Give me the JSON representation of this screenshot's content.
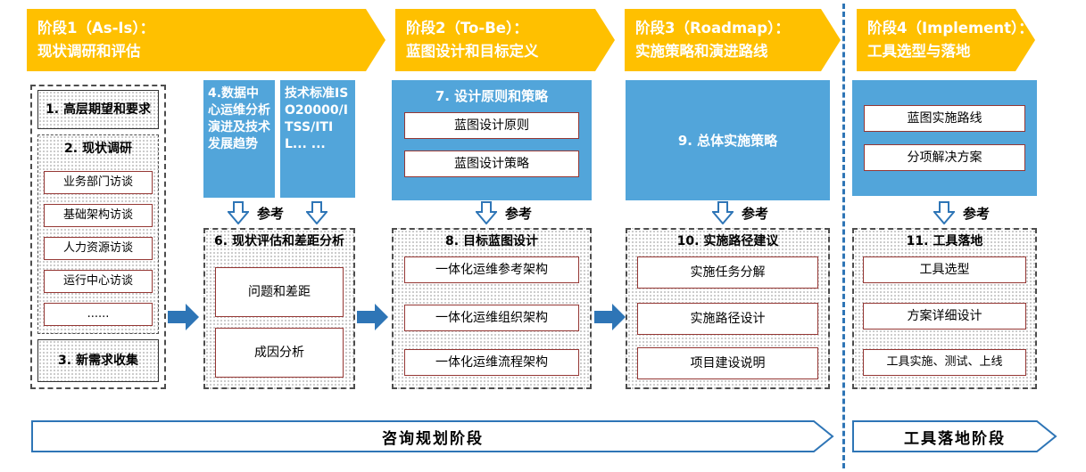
{
  "phases": [
    {
      "line1": "阶段1（As-Is）：",
      "line2": "现状调研和评估"
    },
    {
      "line1": "阶段2（To-Be）：",
      "line2": "蓝图设计和目标定义"
    },
    {
      "line1": "阶段3（Roadmap）：",
      "line2": "实施策略和演进路线"
    },
    {
      "line1": "阶段4（Implement）：",
      "line2": "工具选型与落地"
    }
  ],
  "phase1": {
    "box1": "1. 高层期望和要求",
    "box2_title": "2. 现状调研",
    "box2_items": [
      "业务部门访谈",
      "基础架构访谈",
      "人力资源访谈",
      "运行中心访谈",
      "......"
    ],
    "box3": "3. 新需求收集"
  },
  "analysis": {
    "box4": "4.数据中心运维分析演进及技术发展趋势",
    "box5": "技术标准ISO20000/ITSS/ITIL... ...",
    "reference": "参考",
    "box6_title": "6. 现状评估和差距分析",
    "box6_items": [
      "问题和差距",
      "成因分析"
    ]
  },
  "phase2": {
    "box7_title": "7. 设计原则和策略",
    "box7_items": [
      "蓝图设计原则",
      "蓝图设计策略"
    ],
    "reference": "参考",
    "box8_title": "8. 目标蓝图设计",
    "box8_items": [
      "一体化运维参考架构",
      "一体化运维组织架构",
      "一体化运维流程架构"
    ]
  },
  "phase3": {
    "box9_title": "9. 总体实施策略",
    "reference": "参考",
    "box10_title": "10. 实施路径建议",
    "box10_items": [
      "实施任务分解",
      "实施路径设计",
      "项目建设说明"
    ]
  },
  "phase4": {
    "top_items": [
      "蓝图实施路线",
      "分项解决方案"
    ],
    "reference": "参考",
    "box11_title": "11. 工具落地",
    "box11_items": [
      "工具选型",
      "方案详细设计",
      "工具实施、测试、上线"
    ]
  },
  "bottom": {
    "consulting_label": "咨询规划阶段",
    "implementation_label": "工具落地阶段"
  },
  "colors": {
    "banner_orange": "#FFC000",
    "box_blue": "#52A5DA",
    "arrow_blue": "#2E75B6",
    "inner_border_red": "#953734"
  }
}
